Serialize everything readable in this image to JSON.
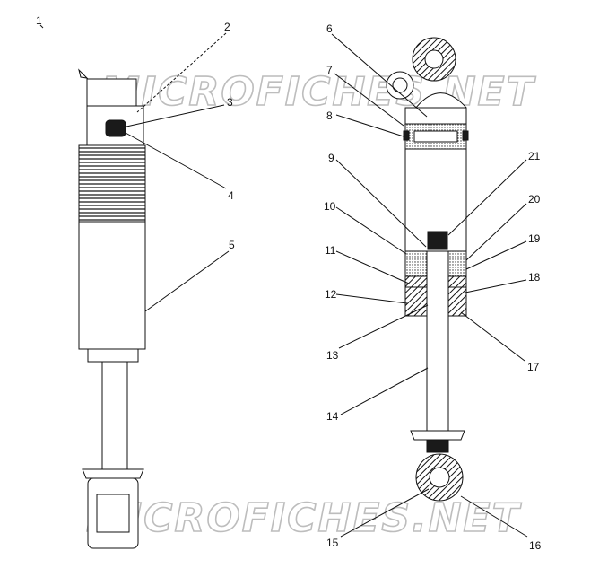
{
  "diagram": {
    "watermark": "MICROFICHES.NET",
    "callouts": [
      "1",
      "2",
      "3",
      "4",
      "5",
      "6",
      "7",
      "8",
      "9",
      "10",
      "11",
      "12",
      "13",
      "14",
      "15",
      "16",
      "17",
      "18",
      "19",
      "20",
      "21"
    ],
    "colors": {
      "ink": "#111111",
      "watermark": "#bdbdbd",
      "background": "#ffffff"
    }
  }
}
